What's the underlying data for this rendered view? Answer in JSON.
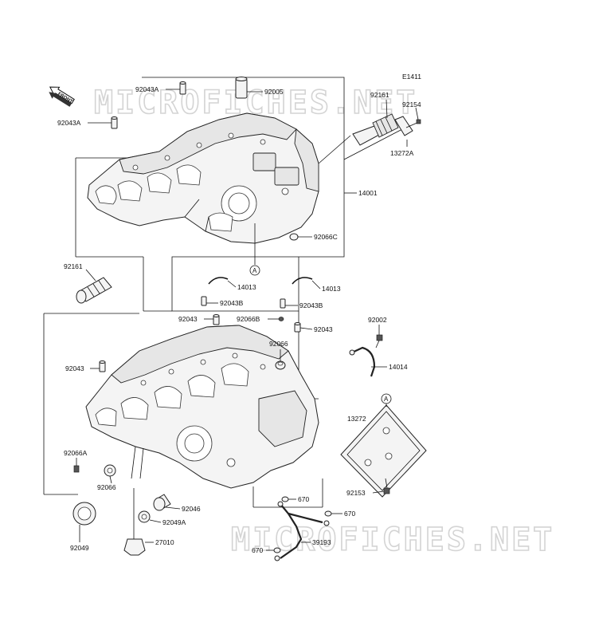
{
  "diagram": {
    "figure_code": "E1411",
    "front_label": "FRONT",
    "watermark": "MICROFICHES.NET",
    "ref_marker": "A",
    "callouts": [
      {
        "id": "92043A_top",
        "text": "92043A"
      },
      {
        "id": "92005",
        "text": "92005"
      },
      {
        "id": "92161_top",
        "text": "92161"
      },
      {
        "id": "92154",
        "text": "92154"
      },
      {
        "id": "92043A_left",
        "text": "92043A"
      },
      {
        "id": "13272A",
        "text": "13272A"
      },
      {
        "id": "14001",
        "text": "14001"
      },
      {
        "id": "92066C",
        "text": "92066C"
      },
      {
        "id": "92161_left",
        "text": "92161"
      },
      {
        "id": "14013_left",
        "text": "14013"
      },
      {
        "id": "14013_right",
        "text": "14013"
      },
      {
        "id": "92043B_left",
        "text": "92043B"
      },
      {
        "id": "92043B_right",
        "text": "92043B"
      },
      {
        "id": "92043_a",
        "text": "92043"
      },
      {
        "id": "92066B",
        "text": "92066B"
      },
      {
        "id": "92043_b",
        "text": "92043"
      },
      {
        "id": "92002",
        "text": "92002"
      },
      {
        "id": "92066",
        "text": "92066"
      },
      {
        "id": "92043_c",
        "text": "92043"
      },
      {
        "id": "14014",
        "text": "14014"
      },
      {
        "id": "13272",
        "text": "13272"
      },
      {
        "id": "92066A",
        "text": "92066A"
      },
      {
        "id": "92066_low",
        "text": "92066"
      },
      {
        "id": "92153",
        "text": "92153"
      },
      {
        "id": "670_a",
        "text": "670"
      },
      {
        "id": "670_b",
        "text": "670"
      },
      {
        "id": "92046",
        "text": "92046"
      },
      {
        "id": "92049A",
        "text": "92049A"
      },
      {
        "id": "27010",
        "text": "27010"
      },
      {
        "id": "39193",
        "text": "39193"
      },
      {
        "id": "670_c",
        "text": "670"
      },
      {
        "id": "92049",
        "text": "92049"
      }
    ]
  }
}
